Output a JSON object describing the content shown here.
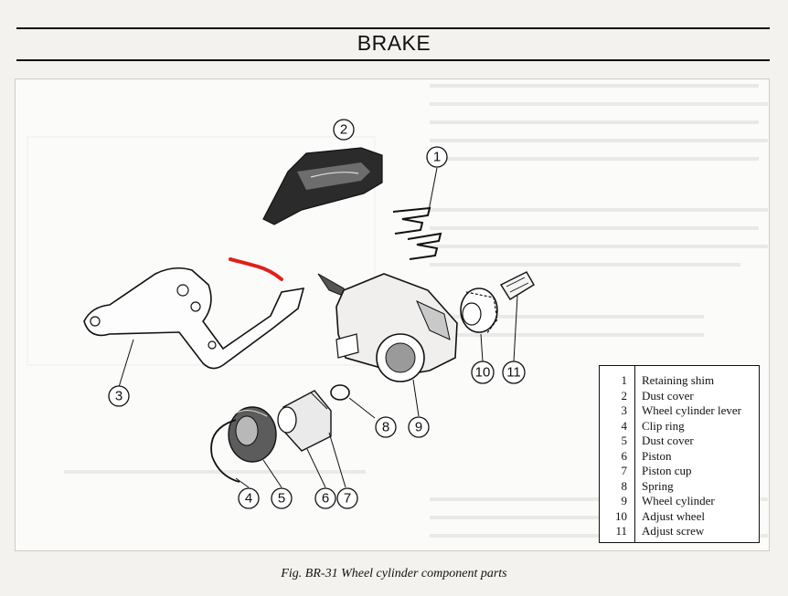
{
  "header": {
    "title": "BRAKE"
  },
  "figure": {
    "caption": "Fig. BR-31  Wheel cylinder component parts",
    "callouts": [
      {
        "id": "1",
        "label": "1"
      },
      {
        "id": "2",
        "label": "2"
      },
      {
        "id": "3",
        "label": "3"
      },
      {
        "id": "4",
        "label": "4"
      },
      {
        "id": "5",
        "label": "5"
      },
      {
        "id": "6",
        "label": "6"
      },
      {
        "id": "7",
        "label": "7"
      },
      {
        "id": "8",
        "label": "8"
      },
      {
        "id": "9",
        "label": "9"
      },
      {
        "id": "10",
        "label": "10"
      },
      {
        "id": "11",
        "label": "11"
      }
    ],
    "legend": [
      {
        "num": "1",
        "name": "Retaining shim"
      },
      {
        "num": "2",
        "name": "Dust cover"
      },
      {
        "num": "3",
        "name": "Wheel cylinder lever"
      },
      {
        "num": "4",
        "name": "Clip ring"
      },
      {
        "num": "5",
        "name": "Dust cover"
      },
      {
        "num": "6",
        "name": "Piston"
      },
      {
        "num": "7",
        "name": "Piston cup"
      },
      {
        "num": "8",
        "name": "Spring"
      },
      {
        "num": "9",
        "name": "Wheel cylinder"
      },
      {
        "num": "10",
        "name": "Adjust wheel"
      },
      {
        "num": "11",
        "name": "Adjust screw"
      }
    ]
  },
  "colors": {
    "ink": "#111111",
    "paper": "#f3f2ef",
    "annotation_mark": "#e0201b"
  }
}
